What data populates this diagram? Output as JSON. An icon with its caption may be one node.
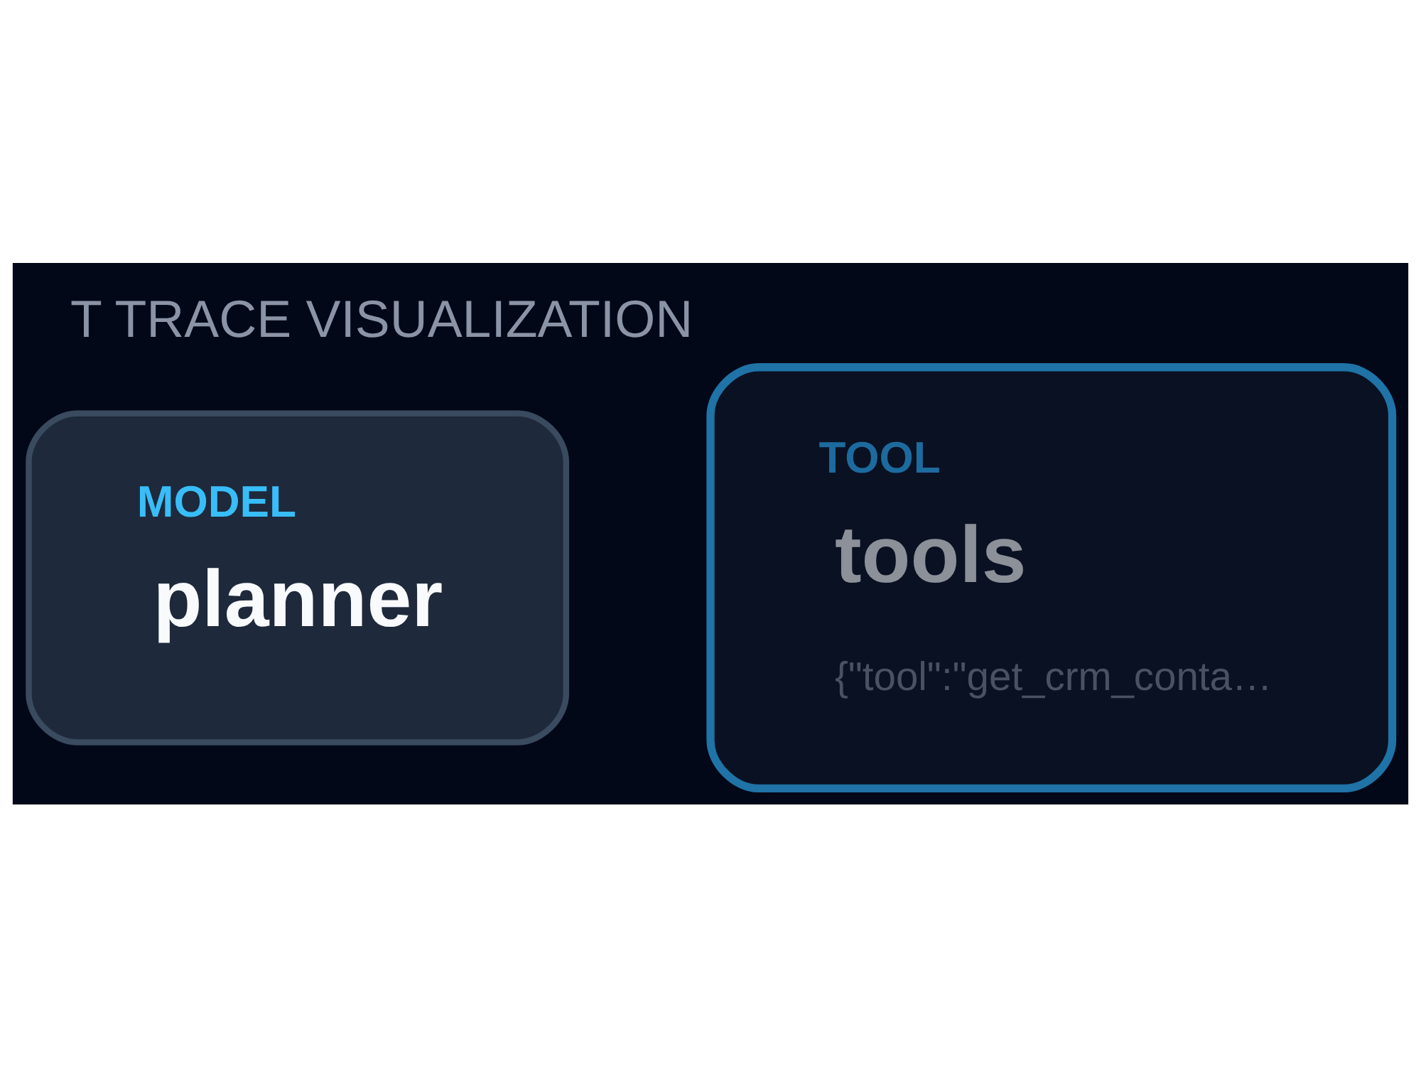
{
  "diagram": {
    "title": "T TRACE VISUALIZATION",
    "nodes": [
      {
        "text": [
          "MODEL",
          "planner"
        ]
      },
      {
        "text": [
          "TOOL",
          "tools",
          "{\"tool\":\"get_crm_conta…"
        ]
      }
    ]
  }
}
